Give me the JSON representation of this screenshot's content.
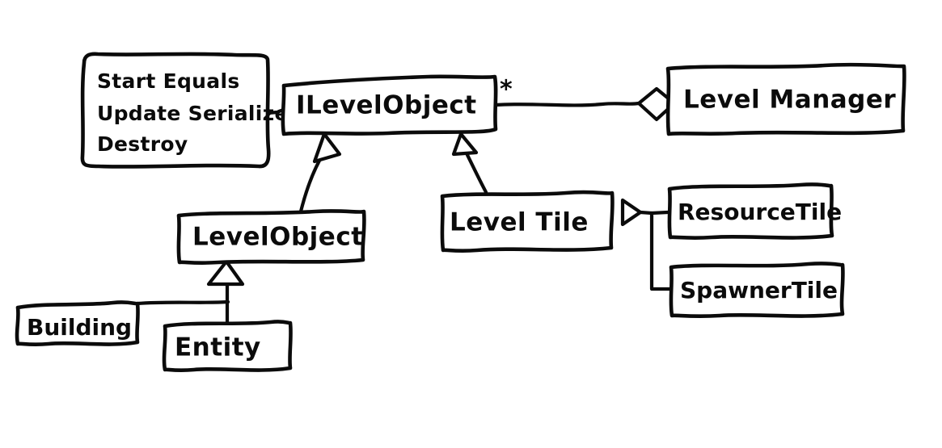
{
  "diagram": {
    "title": "UML class diagram (hand-drawn)",
    "background_color": "#ffffff",
    "ink_color": "#0b0b0b",
    "notation": "UML",
    "nodes": {
      "methods_note": {
        "kind": "note",
        "lines": [
          "Start    Equals",
          "Update  Serialize",
          "Destroy"
        ],
        "methods": [
          "Start",
          "Equals",
          "Update",
          "Serialize",
          "Destroy"
        ],
        "col_left": [
          "Start",
          "Update",
          "Destroy"
        ],
        "col_right": [
          "Equals",
          "Serialize"
        ]
      },
      "ilevelobject": {
        "kind": "interface",
        "label": "ILevelObject"
      },
      "levelmanager": {
        "kind": "class",
        "label": "Level Manager"
      },
      "levelobject": {
        "kind": "class",
        "label": "LevelObject"
      },
      "leveltile": {
        "kind": "class",
        "label": "Level Tile"
      },
      "resourcetile": {
        "kind": "class",
        "label": "ResourceTile"
      },
      "spawnertile": {
        "kind": "class",
        "label": "SpawnerTile"
      },
      "building": {
        "kind": "class",
        "label": "Building"
      },
      "entity": {
        "kind": "class",
        "label": "Entity"
      }
    },
    "labels": {
      "multiplicity_star": "*"
    },
    "edges": [
      {
        "from": "methods_note",
        "to": "ilevelobject",
        "type": "note-link",
        "label": ""
      },
      {
        "from": "levelmanager",
        "to": "ilevelobject",
        "type": "aggregation",
        "label": "*"
      },
      {
        "from": "levelobject",
        "to": "ilevelobject",
        "type": "generalization",
        "label": ""
      },
      {
        "from": "leveltile",
        "to": "ilevelobject",
        "type": "generalization",
        "label": ""
      },
      {
        "from": "resourcetile",
        "to": "leveltile",
        "type": "generalization",
        "label": ""
      },
      {
        "from": "spawnertile",
        "to": "leveltile",
        "type": "generalization",
        "label": ""
      },
      {
        "from": "building",
        "to": "levelobject",
        "type": "generalization",
        "label": ""
      },
      {
        "from": "entity",
        "to": "levelobject",
        "type": "generalization",
        "label": ""
      }
    ]
  }
}
